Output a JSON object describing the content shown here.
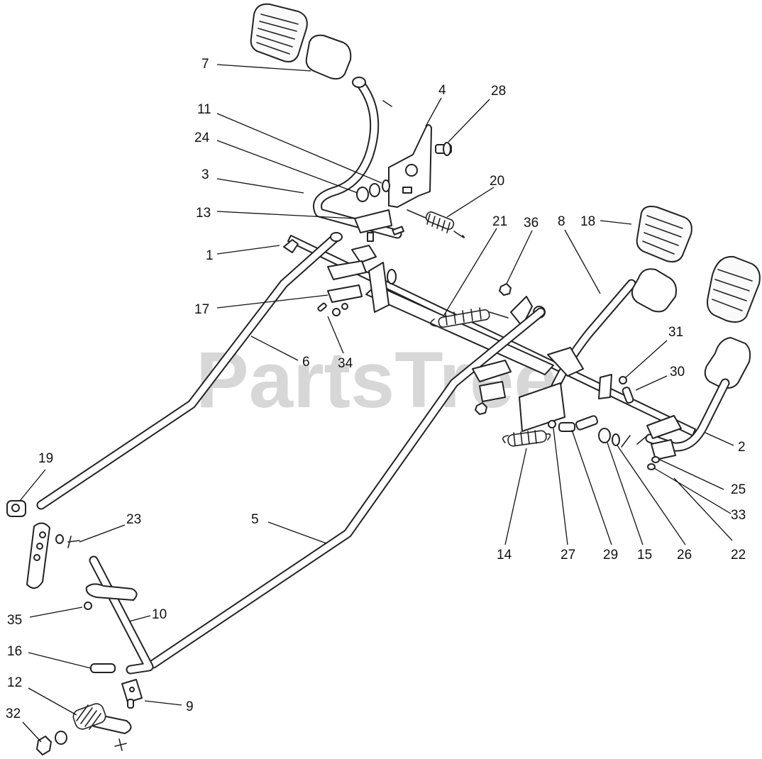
{
  "watermark": "PartsTree",
  "callouts": [
    {
      "id": "1",
      "text": "1"
    },
    {
      "id": "2",
      "text": "2"
    },
    {
      "id": "3",
      "text": "3"
    },
    {
      "id": "4",
      "text": "4"
    },
    {
      "id": "5",
      "text": "5"
    },
    {
      "id": "6",
      "text": "6"
    },
    {
      "id": "7",
      "text": "7"
    },
    {
      "id": "8",
      "text": "8"
    },
    {
      "id": "9",
      "text": "9"
    },
    {
      "id": "10",
      "text": "10"
    },
    {
      "id": "11",
      "text": "11"
    },
    {
      "id": "12",
      "text": "12"
    },
    {
      "id": "13",
      "text": "13"
    },
    {
      "id": "14",
      "text": "14"
    },
    {
      "id": "15",
      "text": "15"
    },
    {
      "id": "16",
      "text": "16"
    },
    {
      "id": "17",
      "text": "17"
    },
    {
      "id": "18",
      "text": "18"
    },
    {
      "id": "19",
      "text": "19"
    },
    {
      "id": "20",
      "text": "20"
    },
    {
      "id": "21",
      "text": "21"
    },
    {
      "id": "22",
      "text": "22"
    },
    {
      "id": "23",
      "text": "23"
    },
    {
      "id": "24",
      "text": "24"
    },
    {
      "id": "25",
      "text": "25"
    },
    {
      "id": "26",
      "text": "26"
    },
    {
      "id": "27",
      "text": "27"
    },
    {
      "id": "28",
      "text": "28"
    },
    {
      "id": "29",
      "text": "29"
    },
    {
      "id": "30",
      "text": "30"
    },
    {
      "id": "31",
      "text": "31"
    },
    {
      "id": "32",
      "text": "32"
    },
    {
      "id": "33",
      "text": "33"
    },
    {
      "id": "34",
      "text": "34"
    },
    {
      "id": "35",
      "text": "35"
    },
    {
      "id": "36",
      "text": "36"
    }
  ]
}
